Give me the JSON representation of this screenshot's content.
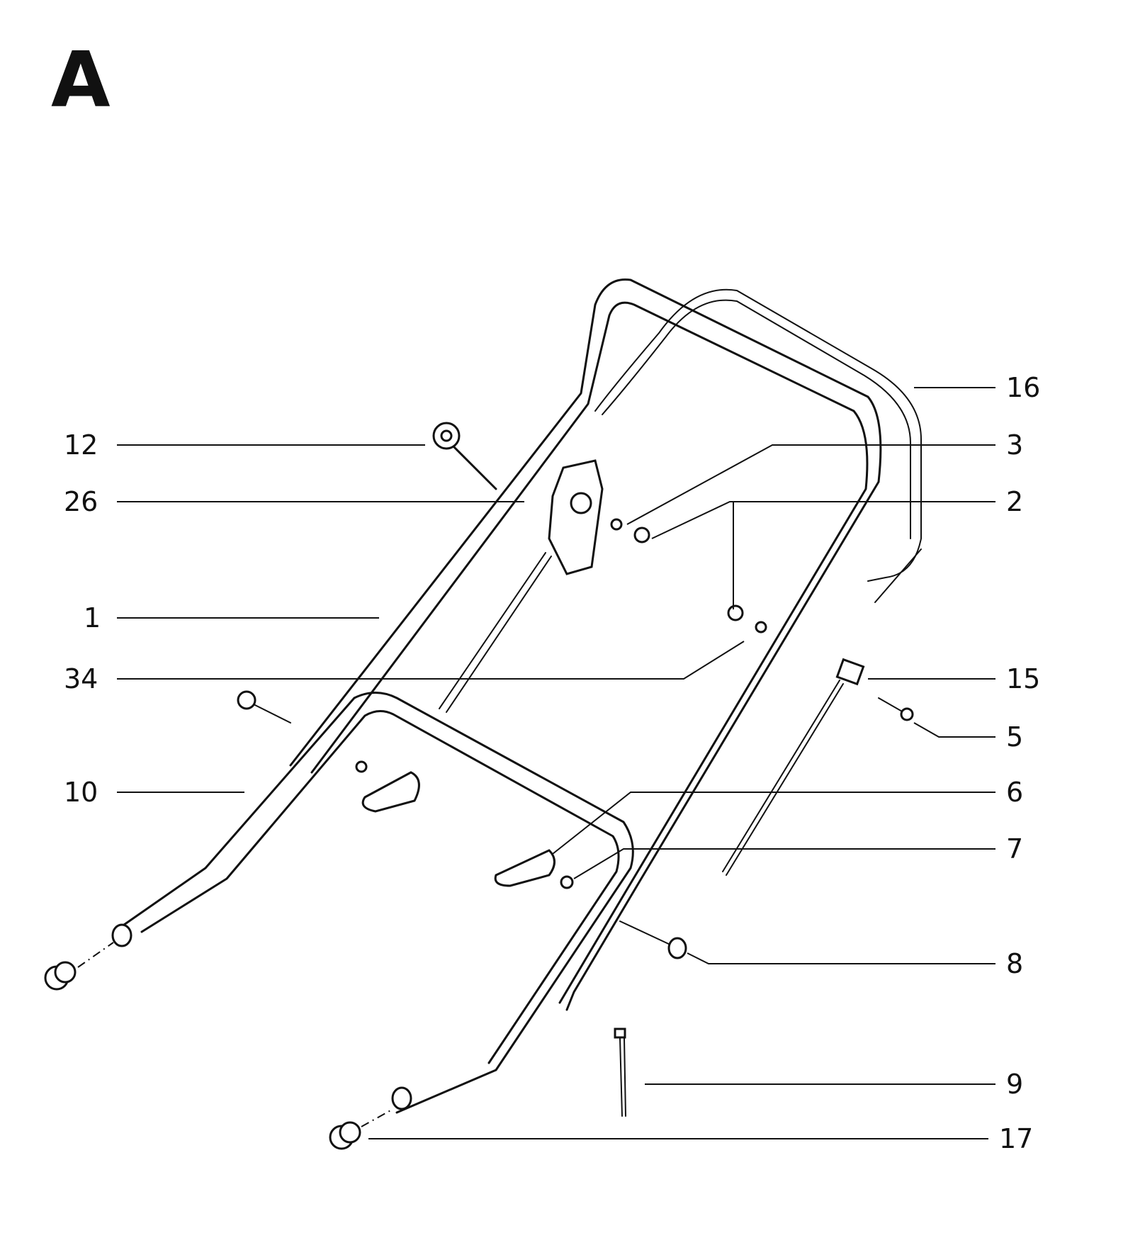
{
  "section_letter": "A",
  "callouts": [
    {
      "id": "16",
      "label": "16"
    },
    {
      "id": "12",
      "label": "12"
    },
    {
      "id": "3",
      "label": "3"
    },
    {
      "id": "26",
      "label": "26"
    },
    {
      "id": "2",
      "label": "2"
    },
    {
      "id": "1",
      "label": "1"
    },
    {
      "id": "34",
      "label": "34"
    },
    {
      "id": "15",
      "label": "15"
    },
    {
      "id": "5",
      "label": "5"
    },
    {
      "id": "10",
      "label": "10"
    },
    {
      "id": "6",
      "label": "6"
    },
    {
      "id": "7",
      "label": "7"
    },
    {
      "id": "8",
      "label": "8"
    },
    {
      "id": "9",
      "label": "9"
    },
    {
      "id": "17",
      "label": "17"
    }
  ]
}
